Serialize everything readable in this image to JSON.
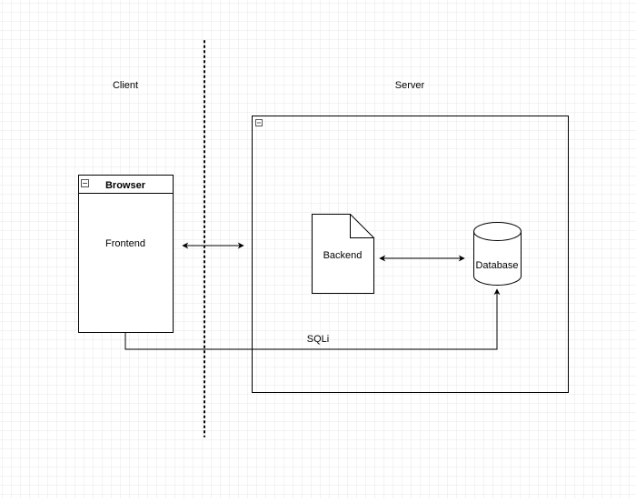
{
  "labels": {
    "client": "Client",
    "server": "Server",
    "browser_title": "Browser",
    "frontend": "Frontend",
    "backend": "Backend",
    "database": "Database",
    "sqli": "SQLi"
  },
  "colors": {
    "grid": "#e7e7e7",
    "stroke": "#000000",
    "background": "#ffffff"
  },
  "icons": {
    "container_collapse": "minus-box-icon"
  }
}
